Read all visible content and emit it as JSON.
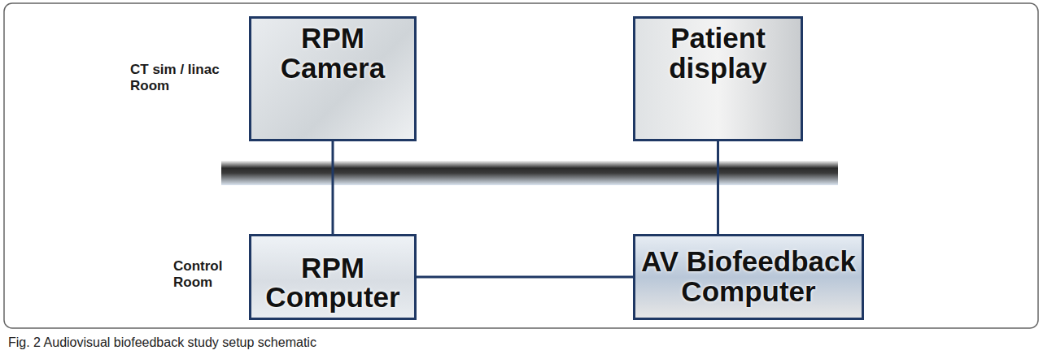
{
  "diagram": {
    "caption": "Fig. 2 Audiovisual biofeedback study setup schematic",
    "nodes": [
      {
        "text": [
          "RPM Camera"
        ]
      },
      {
        "text": [
          "Patient display"
        ]
      },
      {
        "text": [
          "RPM Computer"
        ]
      },
      {
        "text": [
          "AV Biofeedback Computer"
        ]
      }
    ],
    "edges": [
      {
        "from": 0,
        "to": 2,
        "arrow": "none"
      },
      {
        "from": 1,
        "to": 3,
        "arrow": "none"
      },
      {
        "from": 2,
        "to": 3,
        "arrow": "none"
      }
    ],
    "labels": [
      "CT sim / linac Room",
      "Control Room"
    ]
  }
}
